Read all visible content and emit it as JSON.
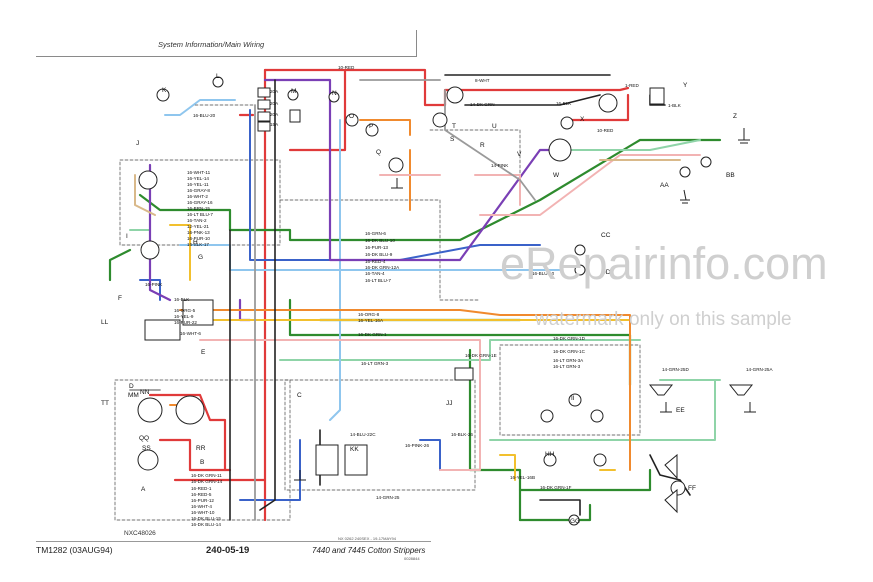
{
  "header": {
    "title": "System Information/Main Wiring"
  },
  "watermark": {
    "site": "eRepairinfo.com",
    "note": "watermark only on this sample"
  },
  "footer": {
    "code_left": "TM1282 (03AUG94)",
    "page_number": "240-05-19",
    "doc_title": "7440 and 7445 Cotton Strippers",
    "small_ref": "NX 0262 240SEX - 19-17MAY94",
    "tiny_ref": "0028844"
  },
  "figure_code": "NXC48026",
  "connectors": [
    "A",
    "B",
    "C",
    "D",
    "E",
    "F",
    "G",
    "H",
    "I",
    "J",
    "K",
    "L",
    "M",
    "N",
    "O",
    "P",
    "Q",
    "R",
    "S",
    "T",
    "U",
    "V",
    "W",
    "X",
    "Y",
    "Z",
    "AA",
    "BB",
    "CC",
    "DD",
    "EE",
    "FF",
    "GG",
    "HH",
    "II",
    "JJ",
    "KK",
    "LL",
    "MM",
    "NN",
    "QQ",
    "RR",
    "SS",
    "TT"
  ],
  "fuses": [
    "20A",
    "20A",
    "20A",
    "15A"
  ],
  "wire_labels_left": [
    "16-WHT-11",
    "16-YEL-14",
    "16-YEL-11",
    "16-GRAY-8",
    "16-WHT-2",
    "16-GRAY-16",
    "16-BRN-15",
    "16-LT BLU-7",
    "16-TAN-2",
    "12-YEL-21",
    "16-PNK-13",
    "16-PUR-10",
    "16-SLK-17",
    "16-BLU-20",
    "16-PINK"
  ],
  "wire_labels_center": [
    "16-GRN-6",
    "16-DK BLU-10",
    "16-PUR-13",
    "16-DK BLU-9",
    "16-RED-4",
    "16-DK GRN-12A",
    "16-TAN-4",
    "16-LT BLU-7",
    "16-ORG-8",
    "16-YEL-16A",
    "16-DK GRN-1",
    "16-LT GRN-3",
    "16-BLK-26",
    "16-PINK-26",
    "14-BLU-22C",
    "14-GRN-25",
    "16-BLK",
    "16-ORG-5",
    "16-YEL-9",
    "16-PUR-22",
    "16-WHT-6"
  ],
  "wire_labels_right": [
    "16-DK GRN-1D",
    "16-DK GRN-1C",
    "16-LT GRN-3A",
    "16-LT GRN-3",
    "16-YEL-16B",
    "16-DK GRN-1F",
    "16-DK GRN-1E",
    "14-GRN-25D",
    "14-GRN-25A",
    "16-BLU-10",
    "14-PINK",
    "10-RED",
    "8-WHT",
    "16-BLK",
    "1-RED",
    "1-BLK",
    "14-DK GRN",
    "10-RED"
  ],
  "wire_labels_bottom": [
    "16-DK GRN-11",
    "16-DK GRN-14",
    "16-RED-1",
    "16-RED-5",
    "16-PUR-12",
    "16-WHT-4",
    "16-WHT-10",
    "16-DK BLU-15",
    "16-DK BLU-14"
  ]
}
